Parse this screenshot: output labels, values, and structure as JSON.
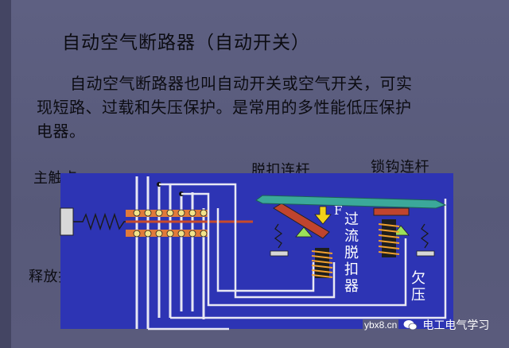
{
  "slide": {
    "title": "自动空气断路器（自动开关）",
    "paragraph_line1": "自动空气断路器也叫自动开关或空气开关，可实",
    "paragraph_line2": "现短路、过载和失压保护。是常用的多性能低压保护",
    "paragraph_line3": "电器。"
  },
  "diagram": {
    "labels": {
      "main_contact": "主触点",
      "release_spring": "释放拉簧",
      "trip_link": "脱扣连杆",
      "lock_link": "锁钩连杆",
      "force": "F",
      "overcurrent_release": [
        "过",
        "流",
        "脱",
        "扣",
        "器"
      ],
      "undervoltage": [
        "欠",
        "压"
      ]
    },
    "colors": {
      "panel": "#2d34b4",
      "wire": "#e8e8f4",
      "contact_bar": "#e07a3a",
      "lever": "#c0442e",
      "link": "#3ba89a",
      "pivot": "#9be05a",
      "coil": "#2b2b2b",
      "arrow": "#f2d21a"
    }
  },
  "watermark": {
    "url": "ybx8.cn",
    "brand": "电工电气学习"
  }
}
